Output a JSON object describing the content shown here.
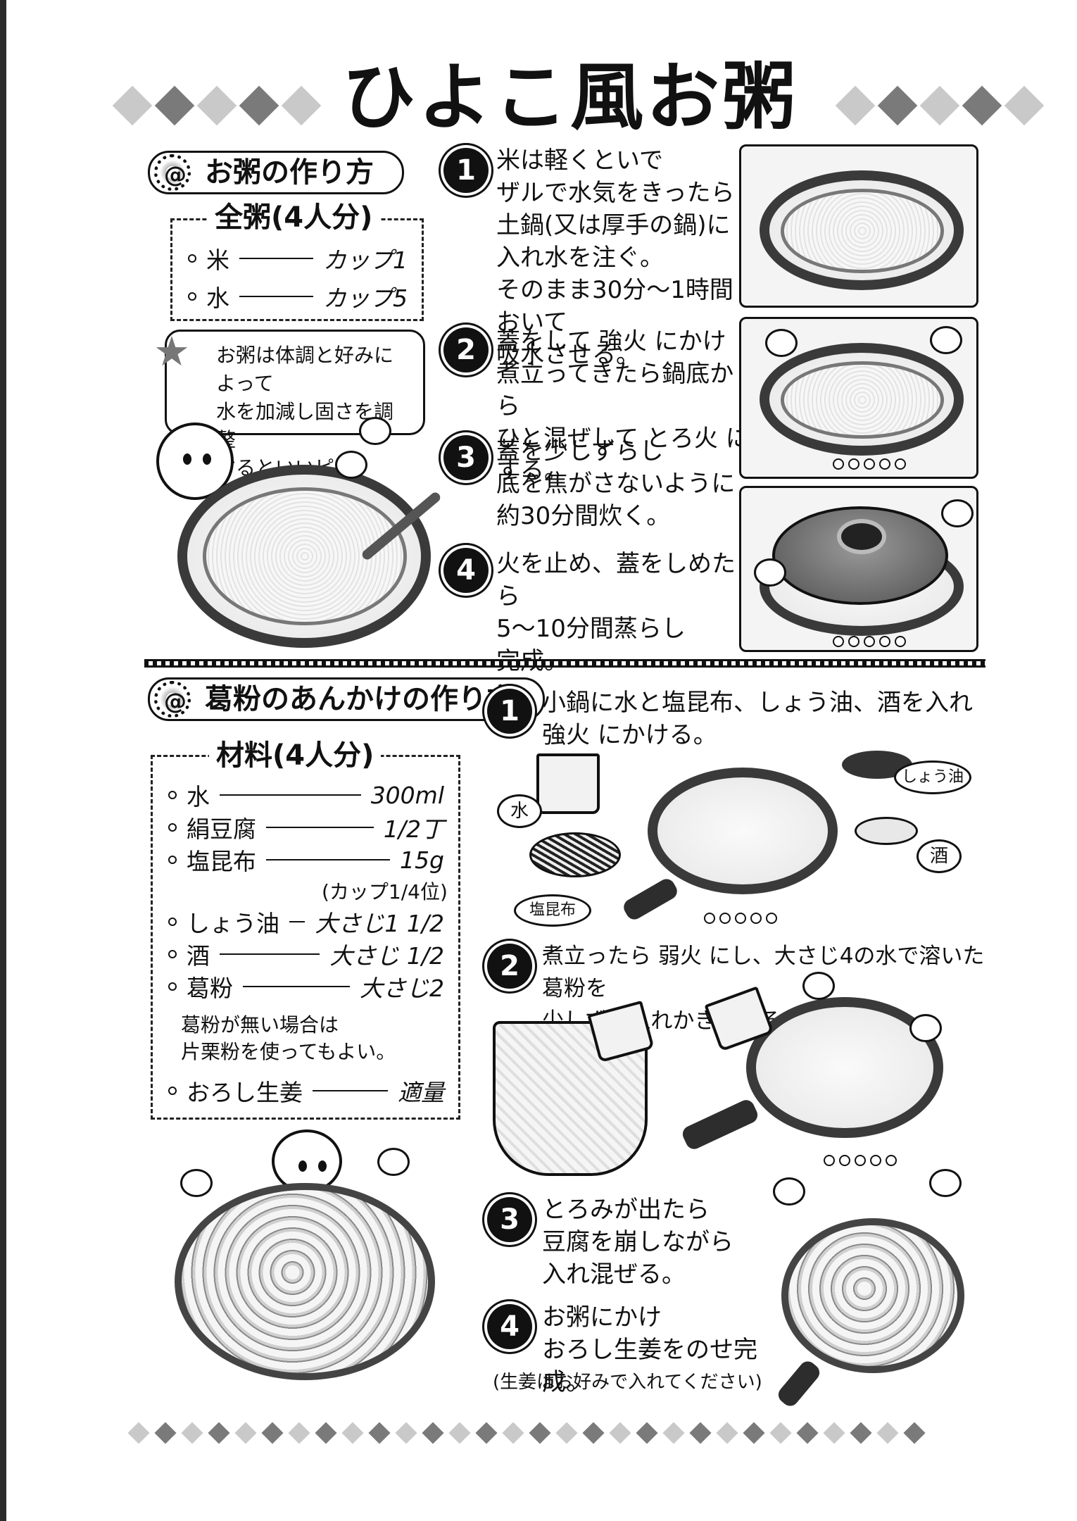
{
  "title": "ひよこ風お粥",
  "okayu": {
    "section_title": "お粥の作り方",
    "box_heading": "全粥(4人分)",
    "ingredients": [
      {
        "name": "米",
        "amount": "カップ1"
      },
      {
        "name": "水",
        "amount": "カップ5"
      }
    ],
    "speech_bubble": [
      "お粥は体調と好みによって",
      "水を加減し固さを調整",
      "するといいピョ!"
    ],
    "steps": [
      {
        "num": "1",
        "lines": [
          "米は軽くといで",
          "ザルで水気をきったら",
          "土鍋(又は厚手の鍋)に",
          "入れ水を注ぐ。",
          "そのまま30分〜1時間おいて",
          "吸水させる。"
        ]
      },
      {
        "num": "2",
        "lines": [
          "蓋をして 強火 にかけ",
          "煮立ってきたら鍋底から",
          "ひと混ぜして とろ火 にする。"
        ]
      },
      {
        "num": "3",
        "lines": [
          "蓋を少しずらし",
          "底を焦がさないように",
          "約30分間炊く。"
        ]
      },
      {
        "num": "4",
        "lines": [
          "火を止め、蓋をしめたら",
          "5〜10分間蒸らし",
          "完成。"
        ]
      }
    ]
  },
  "ankake": {
    "section_title": "葛粉のあんかけの作り方",
    "box_heading": "材料(4人分)",
    "ingredients": [
      {
        "name": "水",
        "amount": "300ml"
      },
      {
        "name": "絹豆腐",
        "amount": "1/2丁"
      },
      {
        "name": "塩昆布",
        "amount": "15g"
      },
      {
        "name": "しょう油",
        "amount": "大さじ1 1/2"
      },
      {
        "name": "酒",
        "amount": "大さじ 1/2"
      },
      {
        "name": "葛粉",
        "amount": "大さじ2"
      },
      {
        "name": "おろし生姜",
        "amount": "適量"
      }
    ],
    "shio_note": "(カップ1/4位)",
    "kuzu_note": [
      "葛粉が無い場合は",
      "片栗粉を使ってもよい。"
    ],
    "steps": [
      {
        "num": "1",
        "lines": [
          "小鍋に水と塩昆布、しょう油、酒を入れ",
          "強火 にかける。"
        ]
      },
      {
        "num": "2",
        "lines": [
          "煮立ったら 弱火 にし、大さじ4の水で溶いた葛粉を",
          "少しずつ入れかき混ぜる。"
        ]
      },
      {
        "num": "3",
        "lines": [
          "とろみが出たら",
          "豆腐を崩しながら",
          "入れ混ぜる。"
        ]
      },
      {
        "num": "4",
        "lines": [
          "お粥にかけ",
          "おろし生姜をのせ完成。"
        ]
      }
    ],
    "labels": {
      "water": "水",
      "soy": "しょう油",
      "sake": "酒",
      "kombu": "塩昆布"
    },
    "ginger_note": "(生姜はお好みで入れてください)"
  }
}
